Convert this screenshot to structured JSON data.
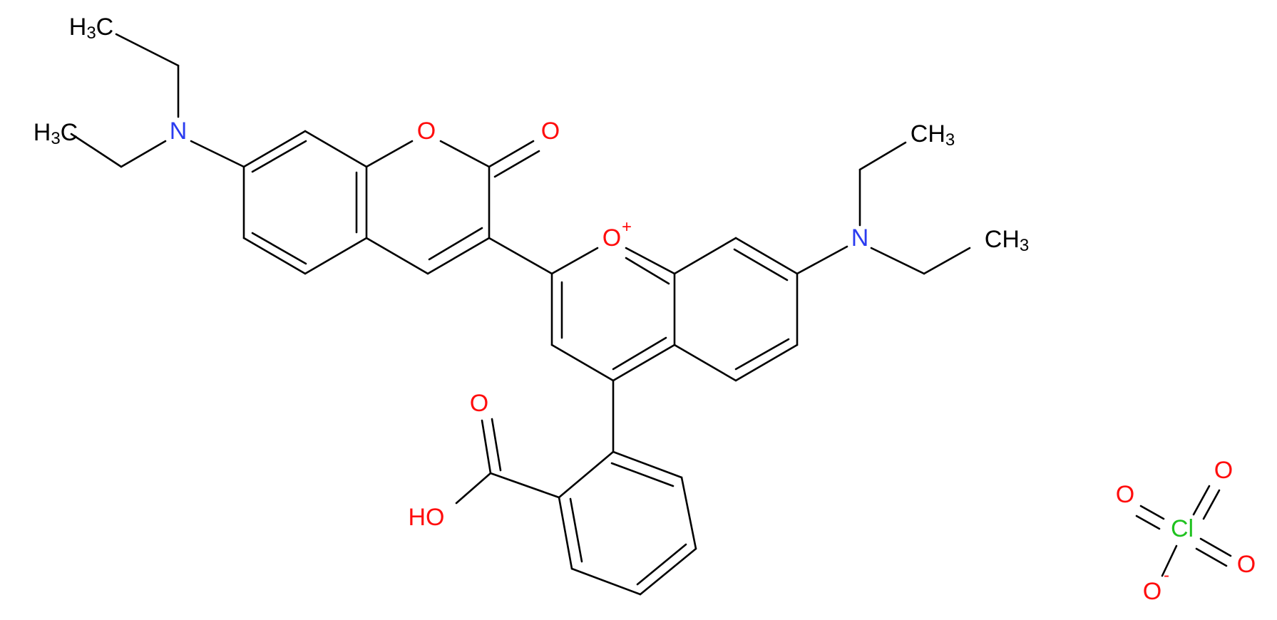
{
  "colors": {
    "carbon_bond": "#000000",
    "nitrogen": "#2b3cf0",
    "oxygen": "#ff0d0d",
    "chlorine": "#1fc21f",
    "label_default": "#000000"
  },
  "labels": {
    "methyl_1": {
      "main": "H",
      "sub": "3",
      "tail": "C"
    },
    "methyl_2": {
      "main": "H",
      "sub": "3",
      "tail": "C"
    },
    "methyl_3": {
      "main": "CH",
      "sub": "3"
    },
    "methyl_4": {
      "main": "CH",
      "sub": "3"
    },
    "n_left": "N",
    "n_right": "N",
    "o_ring_left": "O",
    "o_carbonyl": "O",
    "o_pyrylium": "O",
    "o_pyrylium_charge": "+",
    "o_acid_carbonyl": "O",
    "o_acid_hydroxyl": "HO",
    "cl": "Cl",
    "o_perchlorate_1": "O",
    "o_perchlorate_2": "O",
    "o_perchlorate_3": "O",
    "o_perchlorate_minus": "O",
    "o_perchlorate_charge": "-"
  }
}
